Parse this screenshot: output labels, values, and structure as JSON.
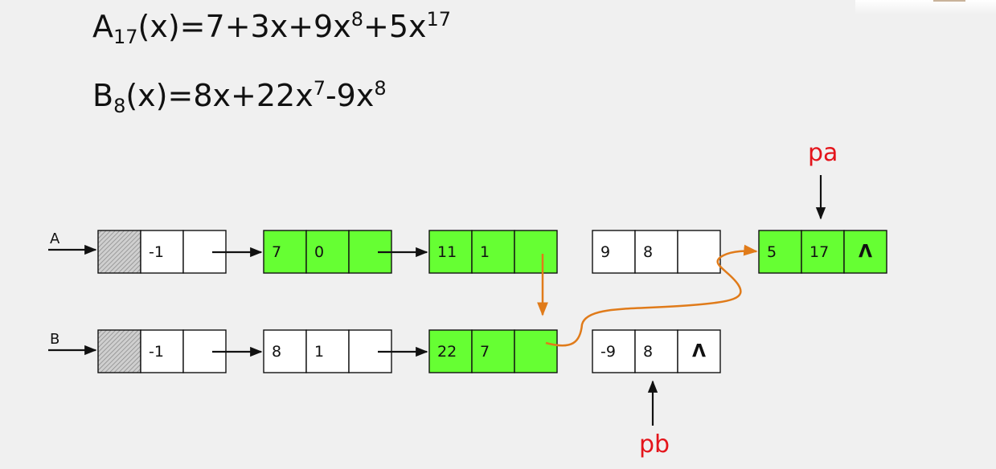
{
  "formulas": {
    "a": {
      "name": "A",
      "sub": "17",
      "rest": "(x)=7+3x+9x",
      "e1": "8",
      "mid": "+5x",
      "e2": "17"
    },
    "b": {
      "name": "B",
      "sub": "8",
      "rest": "(x)=8x+22x",
      "e1": "7",
      "mid": "-9x",
      "e2": "8"
    }
  },
  "lists": [
    {
      "label": "A",
      "nodes": [
        {
          "kind": "head",
          "coef": "-1"
        },
        {
          "kind": "term",
          "coef": "7",
          "exp": "0",
          "color": "#66ff33"
        },
        {
          "kind": "term",
          "coef": "11",
          "exp": "1",
          "color": "#66ff33"
        },
        {
          "kind": "term",
          "coef": "9",
          "exp": "8",
          "color": "#ffffff"
        },
        {
          "kind": "term",
          "coef": "5",
          "exp": "17",
          "color": "#66ff33",
          "nil": "Λ"
        }
      ]
    },
    {
      "label": "B",
      "nodes": [
        {
          "kind": "head",
          "coef": "-1"
        },
        {
          "kind": "term",
          "coef": "8",
          "exp": "1",
          "color": "#ffffff"
        },
        {
          "kind": "term",
          "coef": "22",
          "exp": "7",
          "color": "#66ff33"
        },
        {
          "kind": "term",
          "coef": "-9",
          "exp": "8",
          "color": "#ffffff",
          "nil": "Λ"
        }
      ]
    }
  ],
  "pointers": {
    "pa": "pa",
    "pb": "pb"
  },
  "colors": {
    "green": "#66ff33",
    "pointer_text": "#e4141b",
    "relink_arrow": "#e07b1a"
  }
}
